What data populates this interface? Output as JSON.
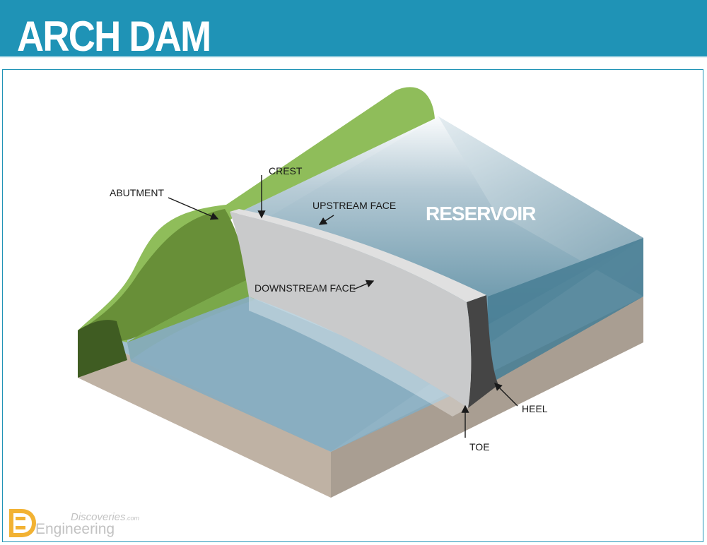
{
  "header": {
    "title": "ARCH DAM"
  },
  "labels": {
    "crest": "CREST",
    "abutment": "ABUTMENT",
    "upstream_face": "UPSTREAM FACE",
    "reservoir": "RESERVOIR",
    "downstream_face": "DOWNSTREAM FACE",
    "heel": "HEEL",
    "toe": "TOE"
  },
  "branding": {
    "line1": "Discoveries",
    "suffix": ".com",
    "line2": "Engineering",
    "logo_icon": "engineering-discoveries-logo-icon"
  },
  "colors": {
    "header": "#1f93b6",
    "hill": "#8fbd5a",
    "hill_shade": "#688f38",
    "water": "#7ea9bf",
    "ground": "#bfb2a4",
    "dam": "#c9cacb",
    "dam_edge": "#454545"
  }
}
